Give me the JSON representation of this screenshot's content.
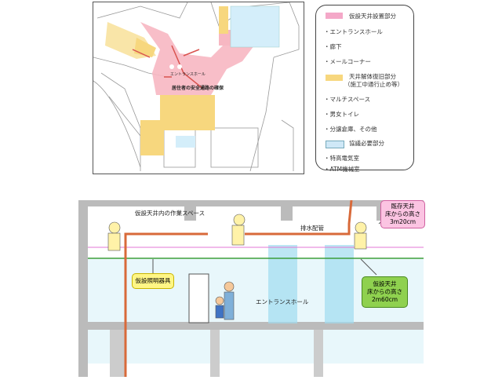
{
  "map": {
    "main_label": "居住者の安全通路の確保",
    "hall_label": "エントランスホール"
  },
  "legend": {
    "groups": [
      {
        "title": "仮設天井設置部分",
        "color": "#f4a8c8",
        "items": [
          "・エントランスホール",
          "・廊下",
          "・メールコーナー"
        ]
      },
      {
        "title": "天井解体復旧部分",
        "subtitle": "（施工中通行止め等）",
        "color": "#f7d77e",
        "items": [
          "・マルチスペース",
          "・男女トイレ",
          "・分譲倉庫、その他"
        ]
      },
      {
        "title": "協議必要部分",
        "color": "#cfe8f7",
        "items": [
          "・特高電気室",
          "・ATM機械室"
        ]
      }
    ]
  },
  "section": {
    "work_space": "仮設天井内の作業スペース",
    "drain_pipe": "排水配管",
    "hall": "エントランスホール",
    "light_callout": "仮設照明器具",
    "existing_ceiling": [
      "既存天井",
      "床からの高さ",
      "3m20cm"
    ],
    "temp_ceiling": [
      "仮設天井",
      "床からの高さ",
      "2m60cm"
    ]
  }
}
